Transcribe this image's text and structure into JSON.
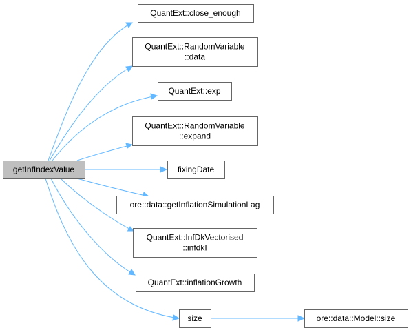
{
  "graph": {
    "root": "getInfIndexValue",
    "nodes": [
      {
        "id": "root",
        "lines": [
          "getInfIndexValue"
        ]
      },
      {
        "id": "close_enough",
        "lines": [
          "QuantExt::close_enough"
        ]
      },
      {
        "id": "rv_data",
        "lines": [
          "QuantExt::RandomVariable",
          "::data"
        ]
      },
      {
        "id": "exp",
        "lines": [
          "QuantExt::exp"
        ]
      },
      {
        "id": "rv_expand",
        "lines": [
          "QuantExt::RandomVariable",
          "::expand"
        ]
      },
      {
        "id": "fixingDate",
        "lines": [
          "fixingDate"
        ]
      },
      {
        "id": "getInflationSimulationLag",
        "lines": [
          "ore::data::getInflationSimulationLag"
        ]
      },
      {
        "id": "infdkl",
        "lines": [
          "QuantExt::InfDkVectorised",
          "::infdkI"
        ]
      },
      {
        "id": "inflationGrowth",
        "lines": [
          "QuantExt::inflationGrowth"
        ]
      },
      {
        "id": "size",
        "lines": [
          "size"
        ]
      },
      {
        "id": "model_size",
        "lines": [
          "ore::data::Model::size"
        ]
      }
    ],
    "edges": [
      {
        "from": "root",
        "to": "close_enough"
      },
      {
        "from": "root",
        "to": "rv_data"
      },
      {
        "from": "root",
        "to": "exp"
      },
      {
        "from": "root",
        "to": "rv_expand"
      },
      {
        "from": "root",
        "to": "fixingDate"
      },
      {
        "from": "root",
        "to": "getInflationSimulationLag"
      },
      {
        "from": "root",
        "to": "infdkl"
      },
      {
        "from": "root",
        "to": "inflationGrowth"
      },
      {
        "from": "root",
        "to": "size"
      },
      {
        "from": "size",
        "to": "model_size"
      }
    ],
    "colors": {
      "edge": "#63b8ff",
      "root_fill": "#bfbfbf",
      "node_border": "#666666"
    }
  }
}
